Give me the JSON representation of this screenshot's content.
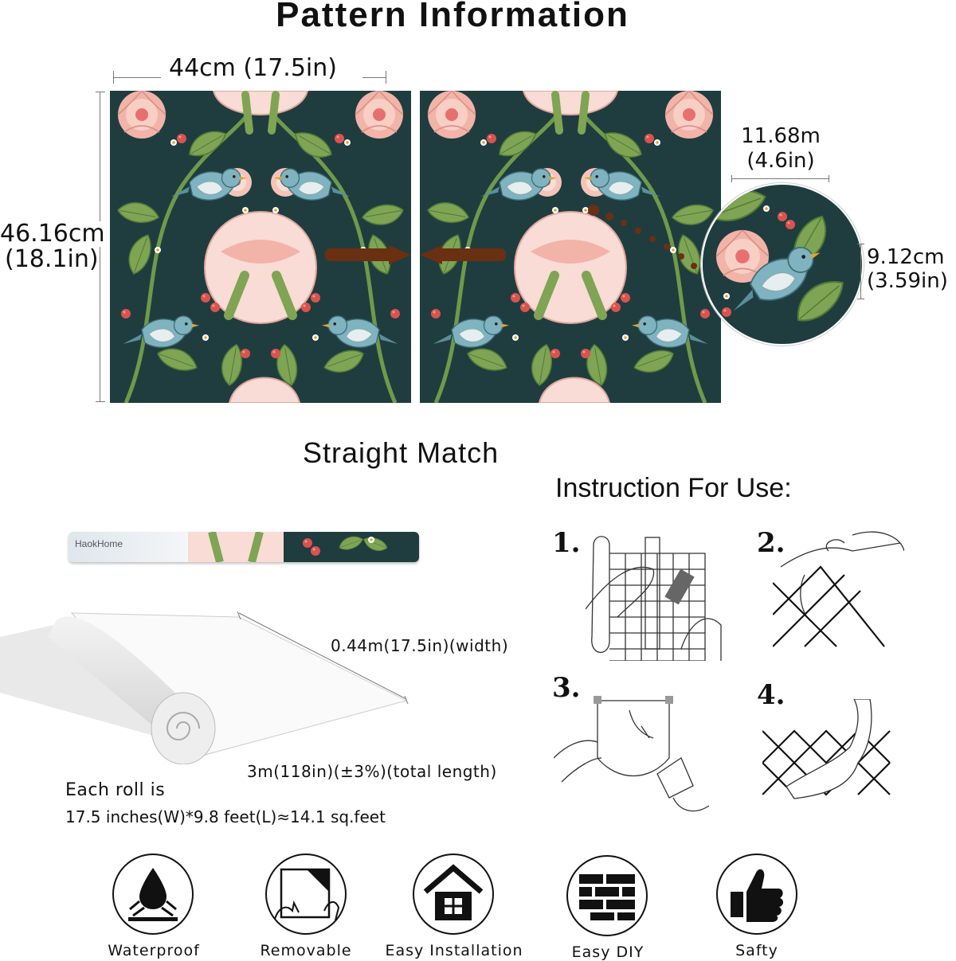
{
  "title": "Pattern Information",
  "dimensions": {
    "width_metric": "44cm (17.5in)",
    "height_metric": "46.16cm",
    "height_imperial": "(18.1in)",
    "circle_width_metric": "11.68m",
    "circle_width_imperial": "(4.6in)",
    "circle_height_metric": "9.12cm",
    "circle_height_imperial": "(3.59in)"
  },
  "match_type": "Straight Match",
  "roll": {
    "brand": "HaokHome",
    "width_label": "0.44m(17.5in)(width)",
    "length_label": "3m(118in)(±3%)(total length)",
    "coverage_line1": "Each roll is",
    "coverage_line2": "17.5 inches(W)*9.8 feet(L)≈14.1 sq.feet"
  },
  "instructions": {
    "heading": "Instruction For Use:",
    "steps": [
      "1.",
      "2.",
      "3.",
      "4."
    ]
  },
  "features": [
    {
      "label": "Waterproof",
      "icon": "water-drop-icon"
    },
    {
      "label": "Removable",
      "icon": "peel-hand-icon"
    },
    {
      "label": "Easy Installation",
      "icon": "house-icon"
    },
    {
      "label": "Easy DIY",
      "icon": "brick-wall-icon"
    },
    {
      "label": "Safty",
      "icon": "thumbs-up-icon"
    }
  ],
  "colors": {
    "pattern_background": "#1f3d3f",
    "leaf_green": "#7fa453",
    "peony_pink": "#f2b3a8",
    "pale_pink": "#f8dcd5",
    "bird_blue": "#7fb3bf",
    "branch_brown": "#6b2f12"
  }
}
